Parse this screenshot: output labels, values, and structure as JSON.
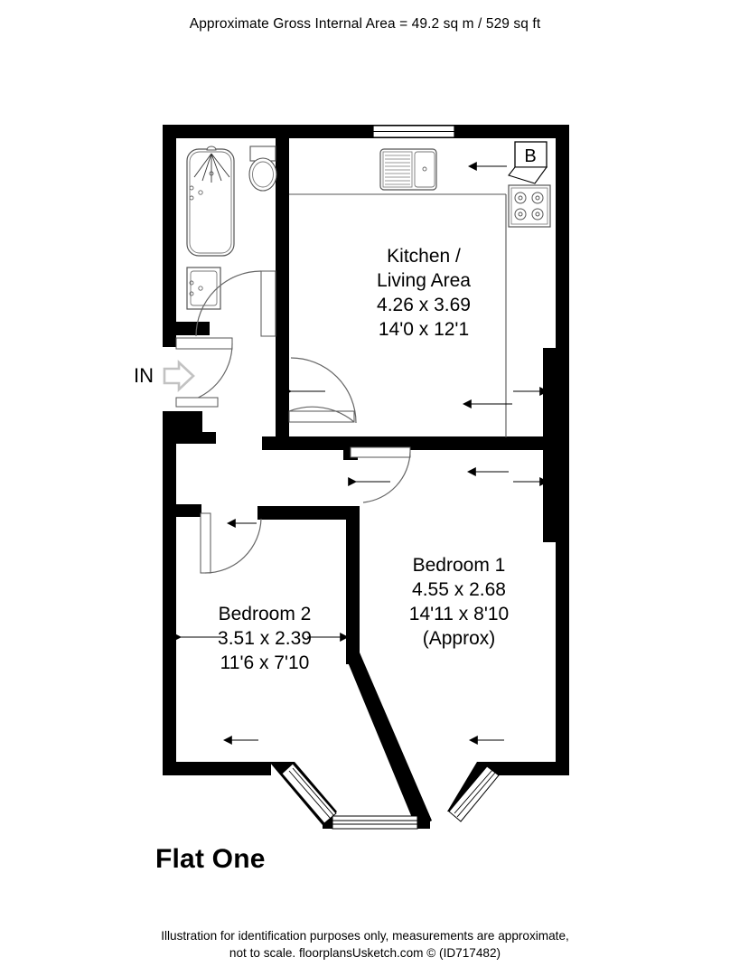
{
  "document": {
    "header_note": "Approximate Gross Internal Area = 49.2 sq m / 529 sq ft",
    "plan_title": "Flat One",
    "footer_line1": "Illustration for identification purposes only, measurements are approximate,",
    "footer_line2": "not to scale. floorplansUsketch.com © (ID717482)"
  },
  "colors": {
    "wall": "#000000",
    "background": "#ffffff",
    "fixture_stroke": "#4d4d4d",
    "window_stroke": "#000000",
    "door_stroke": "#555555",
    "in_arrow": "#c9c9c9",
    "text": "#000000"
  },
  "rooms": [
    {
      "id": "kitchen-living",
      "name_line1": "Kitchen /",
      "name_line2": "Living Area",
      "metric": "4.26 x 3.69",
      "imperial": "14'0 x 12'1",
      "approx": ""
    },
    {
      "id": "bedroom-1",
      "name_line1": "Bedroom 1",
      "name_line2": "",
      "metric": "4.55 x 2.68",
      "imperial": "14'11 x 8'10",
      "approx": "(Approx)"
    },
    {
      "id": "bedroom-2",
      "name_line1": "Bedroom 2",
      "name_line2": "",
      "metric": "3.51 x 2.39",
      "imperial": "11'6 x 7'10",
      "approx": ""
    }
  ],
  "annotations": {
    "entrance_label": "IN",
    "boiler_label": "B"
  },
  "fixtures": [
    {
      "name": "bath-shower",
      "room": "bathroom"
    },
    {
      "name": "toilet",
      "room": "bathroom"
    },
    {
      "name": "wash-basin",
      "room": "bathroom"
    },
    {
      "name": "kitchen-sink",
      "room": "kitchen-living"
    },
    {
      "name": "hob",
      "room": "kitchen-living"
    },
    {
      "name": "boiler",
      "room": "kitchen-living"
    }
  ]
}
